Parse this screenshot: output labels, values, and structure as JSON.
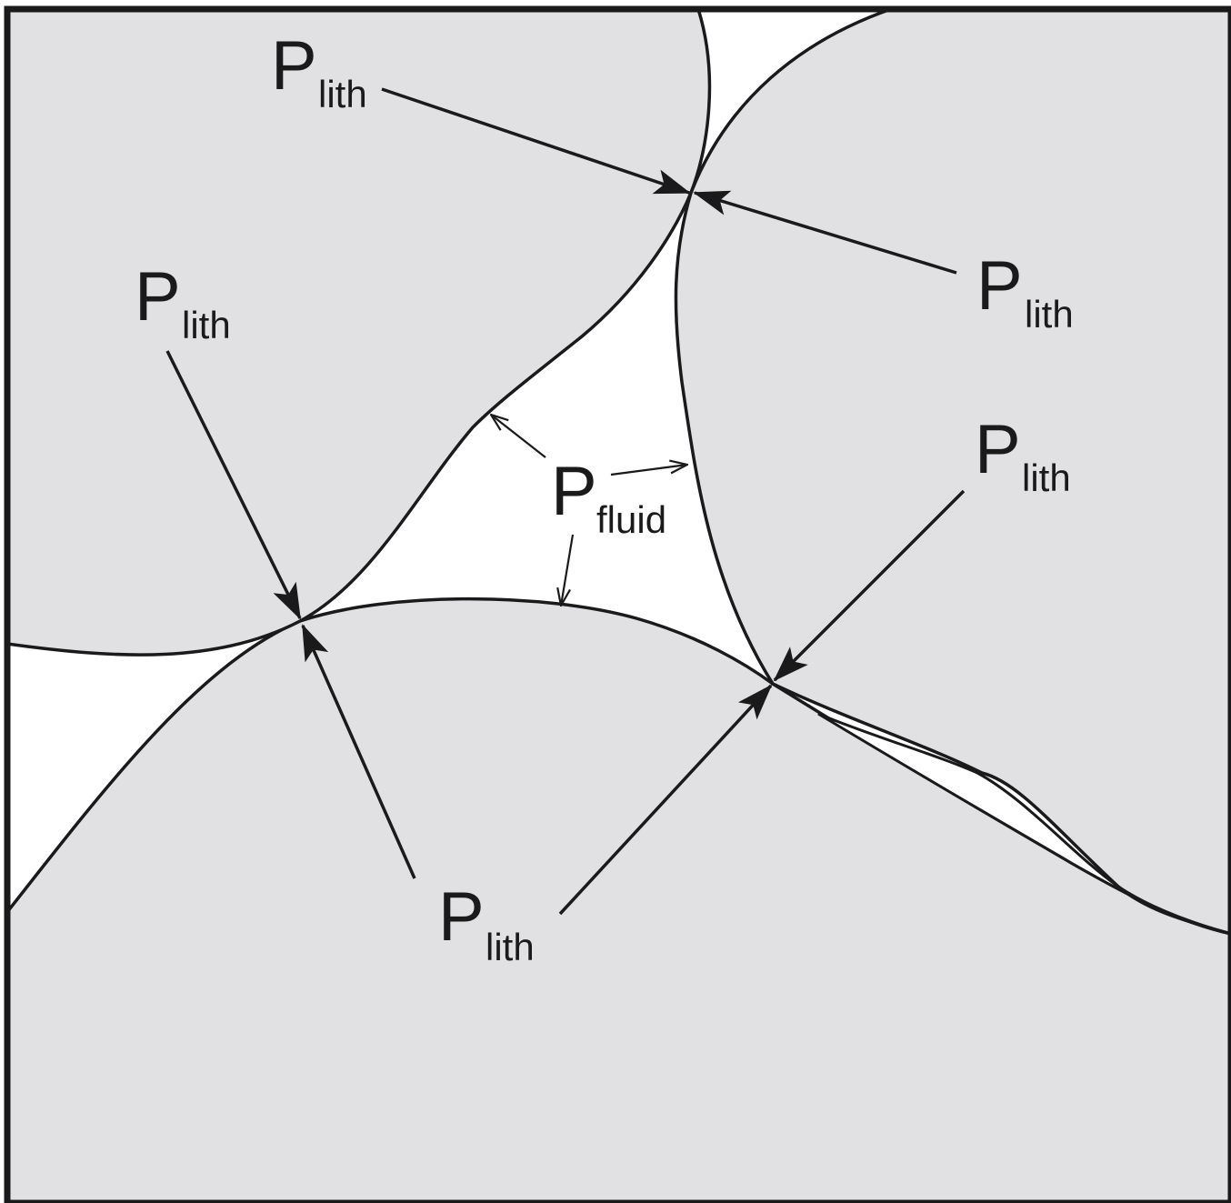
{
  "labels": {
    "lithostatic_main": "P",
    "lithostatic_sub": "lith",
    "fluid_main": "P",
    "fluid_sub": "fluid"
  },
  "colors": {
    "grain_fill": "#e1e1e4",
    "pore_fill": "#ffffff",
    "line": "#1a1a1a"
  }
}
